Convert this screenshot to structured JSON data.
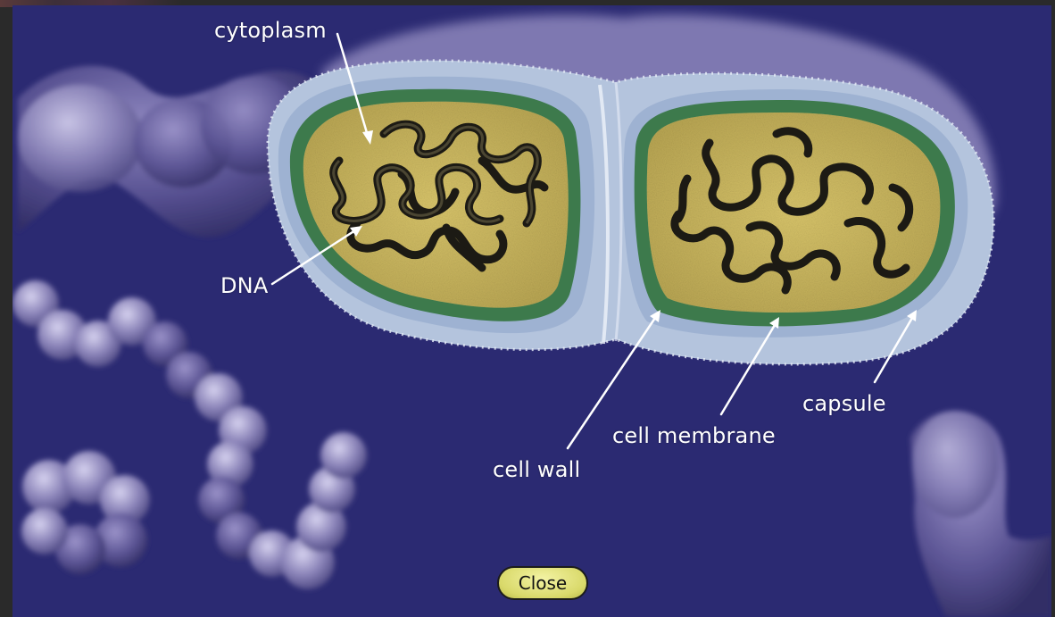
{
  "labels": {
    "cytoplasm": "cytoplasm",
    "dna": "DNA",
    "cell_wall": "cell wall",
    "cell_membrane": "cell membrane",
    "capsule": "capsule"
  },
  "close_button": "Close",
  "colors": {
    "background": "#2b2a72",
    "cytoplasm": "#cbb85a",
    "membrane": "#3f7f4f",
    "wall": "#a9bfd9",
    "capsule": "#8c86b5",
    "button": "#e4e47a"
  }
}
